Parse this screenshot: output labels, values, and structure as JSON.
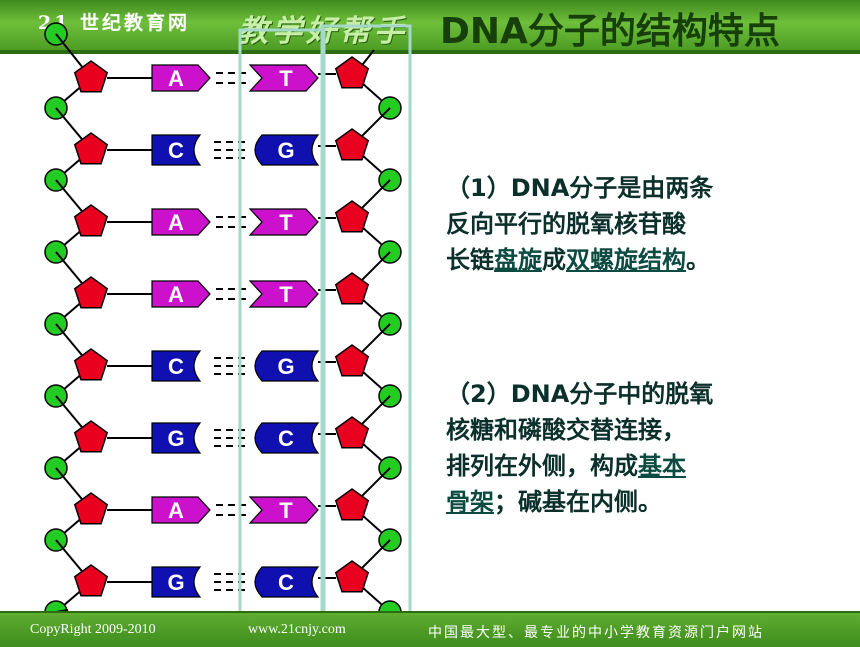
{
  "header": {
    "site_name": "21 世纪教育网",
    "brand": "教学好帮手",
    "title": "DNA分子的结构特点"
  },
  "diagram": {
    "pairs": [
      {
        "left": "A",
        "right": "T"
      },
      {
        "left": "C",
        "right": "G"
      },
      {
        "left": "A",
        "right": "T"
      },
      {
        "left": "A",
        "right": "T"
      },
      {
        "left": "C",
        "right": "G"
      },
      {
        "left": "G",
        "right": "C"
      },
      {
        "left": "A",
        "right": "T"
      },
      {
        "left": "G",
        "right": "C"
      }
    ]
  },
  "text": {
    "para1": {
      "line1": "（1）DNA分子是由两条",
      "line2": "反向平行的脱氧核苷酸",
      "line3_before": "长链",
      "line3_hl1": "盘旋",
      "line3_mid": "成",
      "line3_hl2": "双螺旋结构",
      "line3_after": "。"
    },
    "para2": {
      "line1": "（2）DNA分子中的脱氧",
      "line2": "核糖和磷酸交替连接，",
      "line3_before": "排列在外侧，构成",
      "line3_hl": "基本",
      "line4_hl": "骨架",
      "line4_after": "；碱基在内侧。"
    }
  },
  "footer": {
    "copyright": "CopyRight 2009-2010",
    "url": "www.21cnjy.com",
    "slogan": "中国最大型、最专业的中小学教育资源门户网站"
  },
  "colors": {
    "header_green": "#5fae31",
    "pentagon_red": "#e8001e",
    "phosphate_green": "#22cc22",
    "base_purple": "#cc11cc",
    "base_blue": "#1010b0",
    "highlight_frame": "#a4d8c8"
  }
}
